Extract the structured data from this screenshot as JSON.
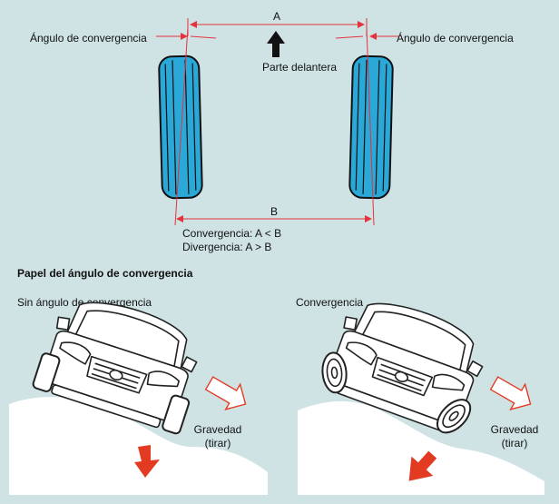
{
  "top": {
    "dim_a": "A",
    "dim_b": "B",
    "toe_angle_left": "Ángulo de convergencia",
    "toe_angle_right": "Ángulo de convergencia",
    "front": "Parte delantera",
    "toe_in_formula": "Convergencia: A < B",
    "toe_out_formula": "Divergencia: A > B"
  },
  "section_title": "Papel del ángulo de convergencia",
  "left_panel": {
    "title": "Sin ángulo de convergencia",
    "gravity_line1": "Gravedad",
    "gravity_line2": "(tirar)"
  },
  "right_panel": {
    "title": "Convergencia",
    "gravity_line1": "Gravedad",
    "gravity_line2": "(tirar)"
  },
  "colors": {
    "background": "#cfe3e4",
    "tire_fill": "#2aa8d8",
    "dimension_lines": "#e5333d",
    "arrow_red": "#e23b22",
    "ground": "#ffffff"
  }
}
